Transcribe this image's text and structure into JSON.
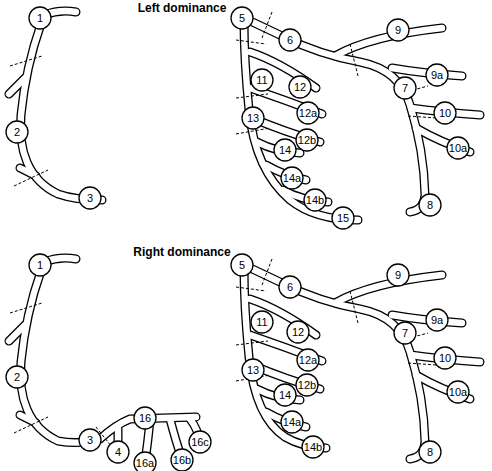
{
  "diagram": {
    "nodes": [
      {
        "text": [
          "1"
        ]
      },
      {
        "text": [
          "2"
        ]
      },
      {
        "text": [
          "3"
        ]
      },
      {
        "text": [
          "5"
        ]
      },
      {
        "text": [
          "6"
        ]
      },
      {
        "text": [
          "9"
        ]
      },
      {
        "text": [
          "11"
        ]
      },
      {
        "text": [
          "12"
        ]
      },
      {
        "text": [
          "9a"
        ]
      },
      {
        "text": [
          "7"
        ]
      },
      {
        "text": [
          "12a"
        ]
      },
      {
        "text": [
          "10"
        ]
      },
      {
        "text": [
          "13"
        ]
      },
      {
        "text": [
          "12b"
        ]
      },
      {
        "text": [
          "14"
        ]
      },
      {
        "text": [
          "10a"
        ]
      },
      {
        "text": [
          "14a"
        ]
      },
      {
        "text": [
          "14b"
        ]
      },
      {
        "text": [
          "8"
        ]
      },
      {
        "text": [
          "15"
        ]
      },
      {
        "text": [
          "1"
        ]
      },
      {
        "text": [
          "2"
        ]
      },
      {
        "text": [
          "5"
        ]
      },
      {
        "text": [
          "6"
        ]
      },
      {
        "text": [
          "9"
        ]
      },
      {
        "text": [
          "11"
        ]
      },
      {
        "text": [
          "12"
        ]
      },
      {
        "text": [
          "9a"
        ]
      },
      {
        "text": [
          "7"
        ]
      },
      {
        "text": [
          "12a"
        ]
      },
      {
        "text": [
          "10"
        ]
      },
      {
        "text": [
          "13"
        ]
      },
      {
        "text": [
          "12b"
        ]
      },
      {
        "text": [
          "14"
        ]
      },
      {
        "text": [
          "10a"
        ]
      },
      {
        "text": [
          "16"
        ]
      },
      {
        "text": [
          "14a"
        ]
      },
      {
        "text": [
          "3"
        ]
      },
      {
        "text": [
          "16c"
        ]
      },
      {
        "text": [
          "14b"
        ]
      },
      {
        "text": [
          "4"
        ]
      },
      {
        "text": [
          "8"
        ]
      },
      {
        "text": [
          "16b"
        ]
      },
      {
        "text": [
          "16a"
        ]
      }
    ],
    "labels": [
      "Left dominance",
      "Right dominance"
    ]
  }
}
